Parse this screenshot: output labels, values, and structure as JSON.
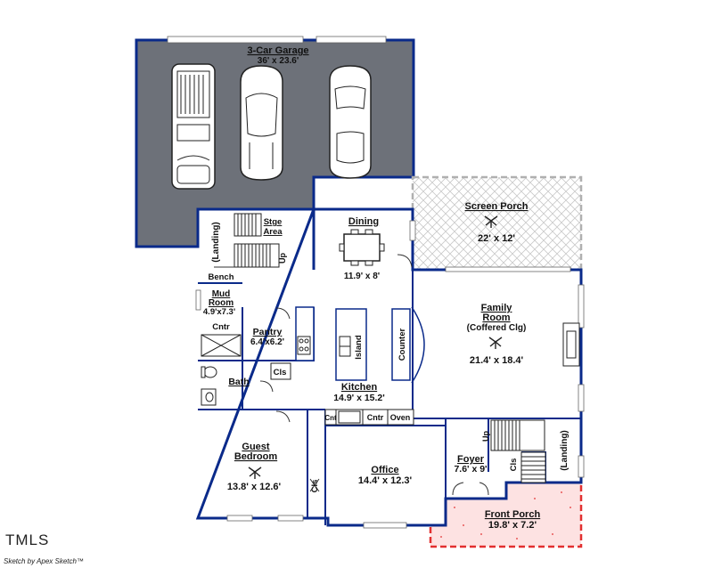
{
  "rooms": {
    "garage": {
      "name": "3-Car Garage",
      "dims": "36' x 23.6'"
    },
    "storage": {
      "line1": "Stge",
      "line2": "Area"
    },
    "landing_left": {
      "name": "(Landing)"
    },
    "up_left": "Up",
    "dining": {
      "name": "Dining",
      "dims": "11.9' x 8'"
    },
    "screen_porch": {
      "name": "Screen Porch",
      "dims": "22' x 12'"
    },
    "bench": "Bench",
    "mud_room": {
      "name": "Mud",
      "name2": "Room",
      "dims": "4.9'x7.3'"
    },
    "cntr_left": "Cntr",
    "pantry": {
      "name": "Pantry",
      "dims": "6.4'x6.2'"
    },
    "cls_pantry": "Cls",
    "island": "Island",
    "counter": "Counter",
    "family_room": {
      "name": "Family",
      "name2": "Room",
      "note": "(Coffered Clg)",
      "dims": "21.4' x 18.4'"
    },
    "bath": "Bath",
    "kitchen": {
      "name": "Kitchen",
      "dims": "14.9' x 15.2'"
    },
    "cnt_small": "Cnt",
    "cntr_bottom": "Cntr",
    "oven": "Oven",
    "guest_bedroom": {
      "name": "Guest",
      "name2": "Bedroom",
      "dims": "13.8' x 12.6'"
    },
    "cls_guest": "Cls",
    "office": {
      "name": "Office",
      "dims": "14.4' x 12.3'"
    },
    "foyer": {
      "name": "Foyer",
      "dims": "7.6' x 9'"
    },
    "up_right": "Up",
    "cls_foyer": "Cls",
    "landing_right": {
      "name": "(Landing)"
    },
    "front_porch": {
      "name": "Front Porch",
      "dims": "19.8' x 7.2'"
    }
  },
  "footer": {
    "logo": "TMLS",
    "credit": "Sketch by Apex Sketch™"
  },
  "colors": {
    "wall": "#0a2a8a",
    "garage_fill": "#6d7179",
    "porch_dash": "#e23030",
    "screen_dash": "#b0b0b0"
  },
  "icons": [
    "ceiling-fan-icon",
    "car-icon",
    "pickup-truck-icon",
    "stove-icon",
    "sink-icon",
    "toilet-icon",
    "fireplace-icon"
  ]
}
